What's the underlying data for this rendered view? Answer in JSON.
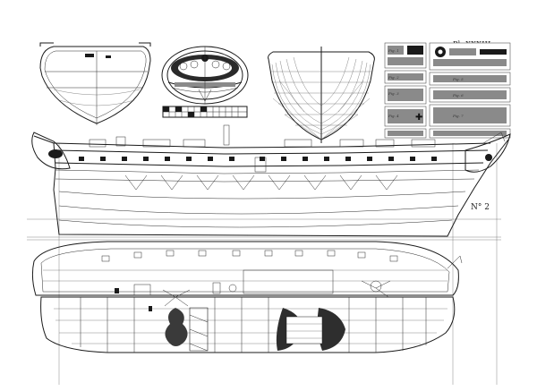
{
  "plate": {
    "number_label": "Pl. XXXIII",
    "figure_label": "N° 2",
    "detail_labels": [
      "Fig. 1",
      "Fig. 2",
      "Fig. 3",
      "Fig. 4",
      "Fig. 5",
      "Fig. 6",
      "Fig. 7"
    ]
  },
  "figures": {
    "midship_section": "midship-section-drawing",
    "stern_view": "stern-elevation-drawing",
    "body_plan": "body-plan-drawing",
    "scale_bar": "scale-bar",
    "gun_details": "gun-carriage-details-panel",
    "sheer_profile": "sheer-profile-elevation",
    "deck_plan": "deck-and-hold-plan"
  }
}
